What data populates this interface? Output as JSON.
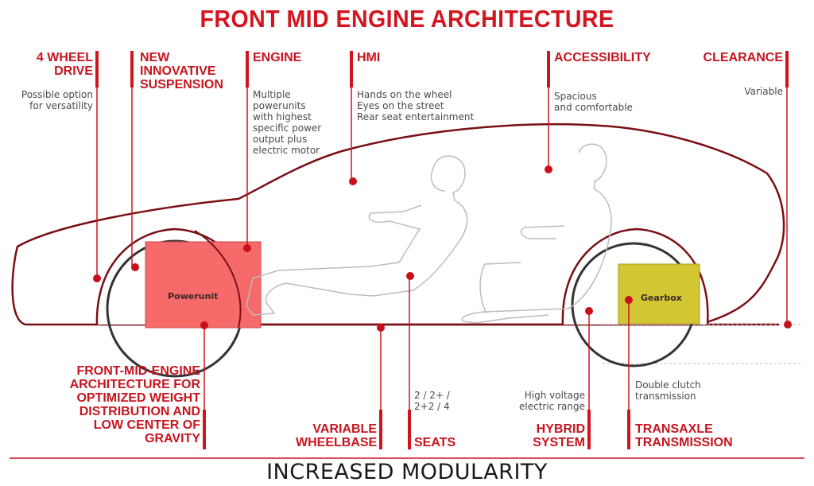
{
  "title": "FRONT MID ENGINE ARCHITECTURE",
  "footer": "INCREASED MODULARITY",
  "colors": {
    "accent": "#d0141e",
    "powerunit_fill": "#f76a6a",
    "gearbox_fill": "#d3c633",
    "outline": "#7a0f14"
  },
  "labels": {
    "four_wheel_drive": {
      "title": "4 WHEEL\nDRIVE",
      "desc": "Possible option\nfor versatility"
    },
    "suspension": {
      "title": "NEW\nINNOVATIVE\nSUSPENSION"
    },
    "engine": {
      "title": "ENGINE",
      "desc": "Multiple\npowerunits\nwith highest\nspecific power\noutput plus\nelectric motor"
    },
    "hmi": {
      "title": "HMI",
      "desc": "Hands on the wheel\nEyes on the street\nRear seat entertainment"
    },
    "accessibility": {
      "title": "ACCESSIBILITY",
      "desc": "Spacious\nand comfortable"
    },
    "clearance": {
      "title": "CLEARANCE",
      "desc": "Variable"
    },
    "front_mid_engine": {
      "title": "FRONT-MID-ENGINE\nARCHITECTURE FOR\nOPTIMIZED WEIGHT\nDISTRIBUTION AND\nLOW CENTER OF\nGRAVITY"
    },
    "wheelbase": {
      "title": "VARIABLE\nWHEELBASE"
    },
    "seats": {
      "title": "SEATS",
      "desc": "2 / 2+ /\n2+2 / 4"
    },
    "hybrid": {
      "title": "HYBRID\nSYSTEM",
      "desc": "High voltage\nelectric range"
    },
    "transaxle": {
      "title": "TRANSAXLE\nTRANSMISSION",
      "desc": "Double clutch\ntransmission"
    }
  },
  "components": {
    "powerunit": "Powerunit",
    "gearbox": "Gearbox"
  }
}
